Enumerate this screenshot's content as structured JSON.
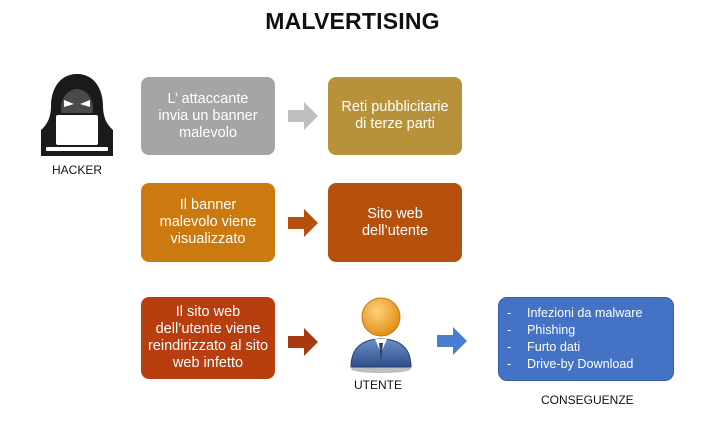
{
  "title": "MALVERTISING",
  "hacker": {
    "label": "HACKER"
  },
  "user": {
    "label": "UTENTE"
  },
  "consequences": {
    "label": "CONSEGUENZE",
    "items": [
      "Infezioni da malware",
      "Phishing",
      "Furto dati",
      "Drive-by Download"
    ],
    "bullet": "-"
  },
  "steps": [
    {
      "cause": "L’ attaccante invia un banner malevolo",
      "effect": "Reti pubblicitarie di terze parti"
    },
    {
      "cause": "Il banner malevolo viene visualizzato",
      "effect": "Sito web dell’utente"
    },
    {
      "cause": "Il sito web dell’utente viene reindirizzato al sito web infetto"
    }
  ],
  "colors": {
    "grey_box": "#a5a5a5",
    "gold_box": "#b8923a",
    "orange_box": "#cc7a10",
    "rust_box": "#b5500d",
    "red_box": "#b83e0f",
    "blue_box": "#4472c4",
    "grey_arrow": "#bfbfbf",
    "rust_arrow": "#b5500d",
    "red_arrow": "#a83a12",
    "blue_arrow": "#4a7fd0"
  }
}
